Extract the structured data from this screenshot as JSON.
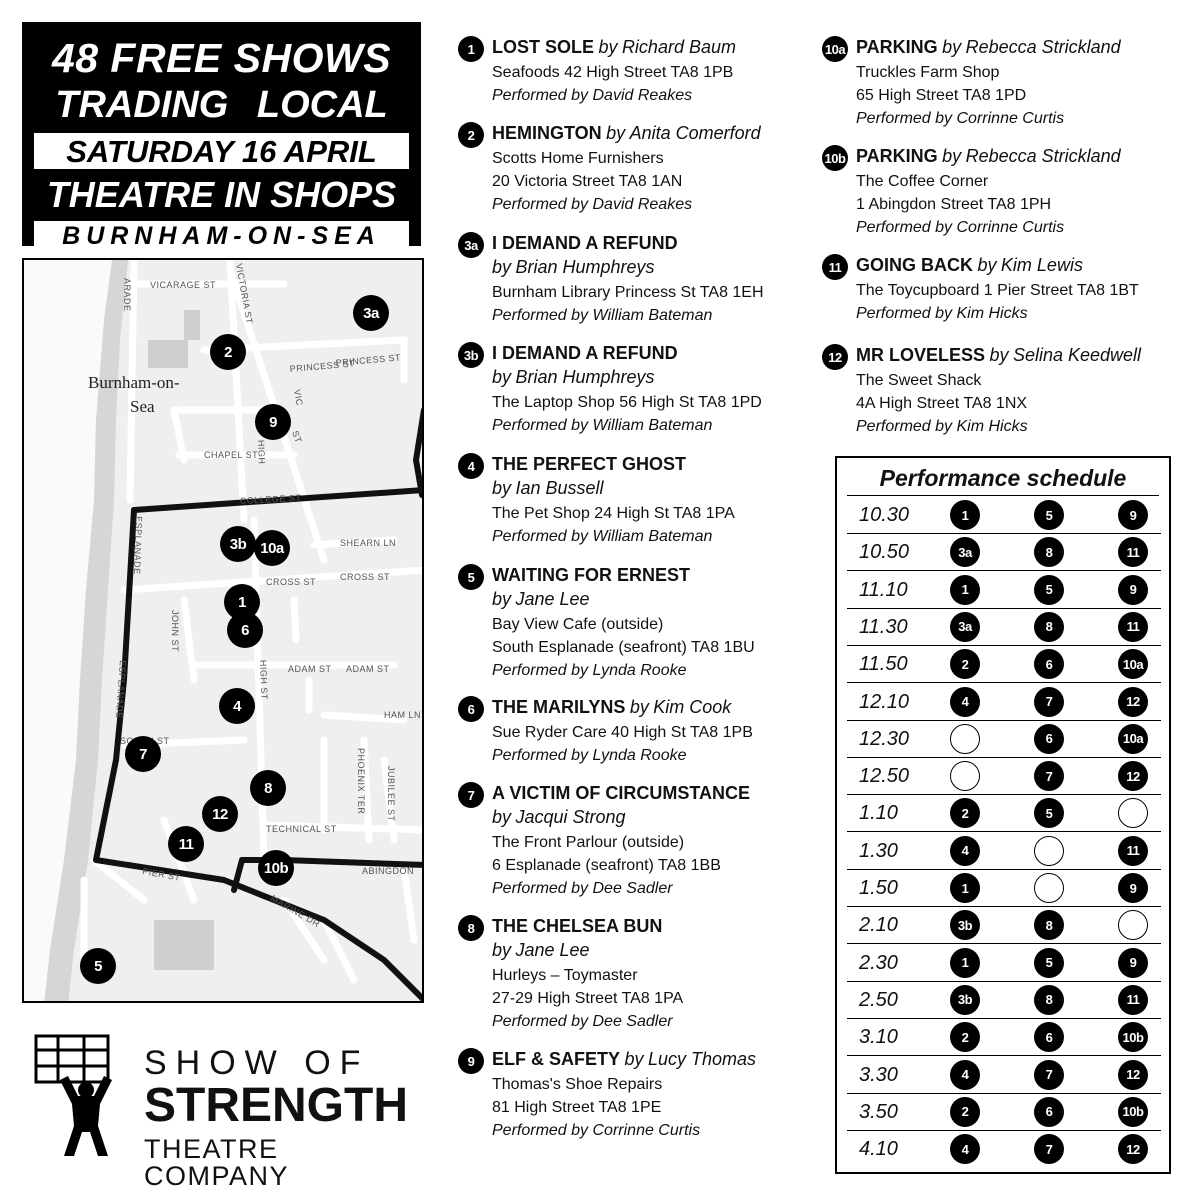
{
  "title": {
    "line1": "48 FREE SHOWS",
    "line2": "TRADING LOCAL",
    "line3": "SATURDAY 16 APRIL",
    "line4": "THEATRE IN SHOPS",
    "line5": "BURNHAM-ON-SEA"
  },
  "map": {
    "town": [
      "Burnham-on-",
      "Sea"
    ],
    "streets": {
      "vicarage": "VICARAGE ST",
      "victoria": "VICTORIA ST",
      "princess": "PRINCESS ST",
      "princess2": "PRINCESS ST",
      "chapel": "CHAPEL ST",
      "college": "COLLEGE ST",
      "shearn": "SHEARN LN",
      "cross": "CROSS ST",
      "cross2": "CROSS ST",
      "john": "JOHN ST",
      "adam": "ADAM ST",
      "adam2": "ADAM ST",
      "ham": "HAM LN",
      "south": "SOUTH ST",
      "esplanade": "ESPLANADE",
      "esplanade2": "ESPLANADE",
      "high": "HIGH",
      "high2": "HIGH ST",
      "phoenix": "PHOENIX TER",
      "jubilee": "JUBILEE ST",
      "technical": "TECHNICAL ST",
      "pier": "PIER ST",
      "abingdon": "ABINGDON",
      "marine": "MARINE DR",
      "victoria2": "VIC",
      "st": "ST",
      "arade": "ARADE"
    },
    "markers": [
      "3a",
      "2",
      "9",
      "3b",
      "10a",
      "1",
      "6",
      "4",
      "7",
      "8",
      "12",
      "11",
      "10b",
      "5"
    ]
  },
  "logo": {
    "line1": "SHOW OF",
    "line2": "STRENGTH",
    "line3": "THEATRE COMPANY"
  },
  "shows": [
    {
      "num": "1",
      "name": "LOST SOLE",
      "by": "by",
      "author": "Richard Baum",
      "venue": "Seafoods",
      "addr": "42 High Street TA8 1PB",
      "addr2": "",
      "perf_label": "Performed by",
      "performer": "David Reakes"
    },
    {
      "num": "2",
      "name": "HEMINGTON",
      "by": "by",
      "author": "Anita Comerford",
      "venue": "Scotts Home Furnishers",
      "addr": "",
      "addr2": "20 Victoria Street TA8 1AN",
      "perf_label": "Performed by",
      "performer": "David Reakes"
    },
    {
      "num": "3a",
      "name": "I DEMAND A REFUND",
      "by": "by",
      "author": "Brian Humphreys",
      "venue": "Burnham Library",
      "addr": "Princess St TA8 1EH",
      "addr2": "",
      "perf_label": "Performed by",
      "performer": "William Bateman"
    },
    {
      "num": "3b",
      "name": "I DEMAND A REFUND",
      "by": "by",
      "author": "Brian Humphreys",
      "venue": "The Laptop Shop",
      "addr": "56 High St TA8 1PD",
      "addr2": "",
      "perf_label": "Performed by",
      "performer": "William Bateman"
    },
    {
      "num": "4",
      "name": "THE PERFECT GHOST",
      "by": "by",
      "author": "Ian Bussell",
      "venue": "The Pet Shop",
      "addr": "24 High St TA8 1PA",
      "addr2": "",
      "perf_label": "Performed by",
      "performer": "William Bateman"
    },
    {
      "num": "5",
      "name": "WAITING FOR ERNEST",
      "by": "by",
      "author": "Jane Lee",
      "venue": "Bay View Cafe (outside)",
      "addr": "",
      "addr2": "South Esplanade (seafront) TA8 1BU",
      "perf_label": "Performed by",
      "performer": "Lynda Rooke"
    },
    {
      "num": "6",
      "name": "THE MARILYNS",
      "by": "by",
      "author": "Kim Cook",
      "venue": "Sue Ryder Care",
      "addr": "40 High St TA8 1PB",
      "addr2": "",
      "perf_label": "Performed by",
      "performer": "Lynda Rooke"
    },
    {
      "num": "7",
      "name": "A VICTIM OF CIRCUMSTANCE",
      "by": "by",
      "author": "Jacqui Strong",
      "venue": "The Front Parlour (outside)",
      "addr": "",
      "addr2": "6 Esplanade (seafront) TA8 1BB",
      "perf_label": "Performed by",
      "performer": "Dee Sadler"
    },
    {
      "num": "8",
      "name": "THE CHELSEA BUN",
      "by": "by",
      "author": "Jane Lee",
      "venue": "Hurleys – Toymaster",
      "addr": "",
      "addr2": "27-29 High Street TA8 1PA",
      "perf_label": "Performed by",
      "performer": "Dee Sadler"
    },
    {
      "num": "9",
      "name": "ELF & SAFETY",
      "by": "by",
      "author": "Lucy Thomas",
      "venue": "Thomas's Shoe Repairs",
      "addr": "",
      "addr2": "81 High Street TA8 1PE",
      "perf_label": "Performed by",
      "performer": "Corrinne Curtis"
    },
    {
      "num": "10a",
      "name": "PARKING",
      "by": "by",
      "author": "Rebecca Strickland",
      "venue": "Truckles Farm Shop",
      "addr": "",
      "addr2": "65 High Street TA8 1PD",
      "perf_label": "Performed by",
      "performer": "Corrinne Curtis"
    },
    {
      "num": "10b",
      "name": "PARKING",
      "by": "by",
      "author": "Rebecca Strickland",
      "venue": "The Coffee Corner",
      "addr": "",
      "addr2": "1 Abingdon Street TA8 1PH",
      "perf_label": "Performed by",
      "performer": "Corrinne Curtis"
    },
    {
      "num": "11",
      "name": "GOING BACK",
      "by": "by",
      "author": "Kim Lewis",
      "venue": "The Toycupboard",
      "addr": "1 Pier Street TA8 1BT",
      "addr2": "",
      "perf_label": "Performed by",
      "performer": "Kim Hicks"
    },
    {
      "num": "12",
      "name": "MR LOVELESS",
      "by": "by",
      "author": "Selina Keedwell",
      "venue": "The Sweet Shack",
      "addr": "",
      "addr2": "4A High Street TA8 1NX",
      "perf_label": "Performed by",
      "performer": "Kim Hicks"
    }
  ],
  "schedule": {
    "title": "Performance schedule",
    "rows": [
      {
        "time": "10.30",
        "slots": [
          "1",
          "5",
          "9"
        ]
      },
      {
        "time": "10.50",
        "slots": [
          "3a",
          "8",
          "11"
        ]
      },
      {
        "time": "11.10",
        "slots": [
          "1",
          "5",
          "9"
        ]
      },
      {
        "time": "11.30",
        "slots": [
          "3a",
          "8",
          "11"
        ]
      },
      {
        "time": "11.50",
        "slots": [
          "2",
          "6",
          "10a"
        ]
      },
      {
        "time": "12.10",
        "slots": [
          "4",
          "7",
          "12"
        ]
      },
      {
        "time": "12.30",
        "slots": [
          "",
          "6",
          "10a"
        ]
      },
      {
        "time": "12.50",
        "slots": [
          "",
          "7",
          "12"
        ]
      },
      {
        "time": "1.10",
        "slots": [
          "2",
          "5",
          ""
        ]
      },
      {
        "time": "1.30",
        "slots": [
          "4",
          "",
          "11"
        ]
      },
      {
        "time": "1.50",
        "slots": [
          "1",
          "",
          "9"
        ]
      },
      {
        "time": "2.10",
        "slots": [
          "3b",
          "8",
          ""
        ]
      },
      {
        "time": "2.30",
        "slots": [
          "1",
          "5",
          "9"
        ]
      },
      {
        "time": "2.50",
        "slots": [
          "3b",
          "8",
          "11"
        ]
      },
      {
        "time": "3.10",
        "slots": [
          "2",
          "6",
          "10b"
        ]
      },
      {
        "time": "3.30",
        "slots": [
          "4",
          "7",
          "12"
        ]
      },
      {
        "time": "3.50",
        "slots": [
          "2",
          "6",
          "10b"
        ]
      },
      {
        "time": "4.10",
        "slots": [
          "4",
          "7",
          "12"
        ]
      }
    ]
  }
}
